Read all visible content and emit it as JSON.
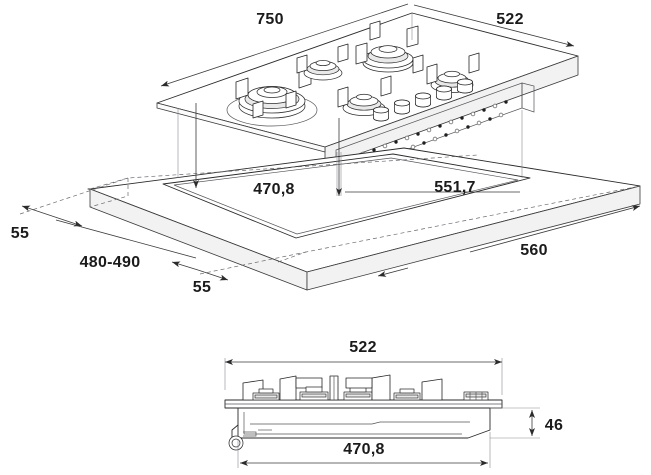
{
  "document": {
    "type": "technical-dimension-drawing",
    "subject": "built-in 5-burner gas hob installation diagram",
    "background_color": "#ffffff",
    "line_color": "#2b2b2b",
    "text_color": "#1b1b1b"
  },
  "views": {
    "top": {
      "name": "exploded isometric view",
      "description": "gas hob shown above countertop cutout"
    },
    "bottom": {
      "name": "front elevation section view",
      "description": "hob profile showing depth below worktop"
    }
  },
  "dimensions": {
    "appliance_width": "750",
    "appliance_depth": "522",
    "cutout_depth": "470,8",
    "cutout_width": "551,7",
    "edge_left": "55",
    "edge_front": "55",
    "worktop_depth_range": "480-490",
    "worktop_width": "560",
    "elevation_width": "522",
    "elevation_cutout": "470,8",
    "body_height": "46"
  },
  "labels": [
    {
      "id": "d-750",
      "text": "750",
      "view": "top",
      "meaning": "overall hob width"
    },
    {
      "id": "d-522-top",
      "text": "522",
      "view": "top",
      "meaning": "overall hob depth"
    },
    {
      "id": "d-470-8",
      "text": "470,8",
      "view": "top",
      "meaning": "cutout depth"
    },
    {
      "id": "d-551-7",
      "text": "551,7",
      "view": "top",
      "meaning": "cutout width"
    },
    {
      "id": "d-55-left",
      "text": "55",
      "view": "top",
      "meaning": "left edge clearance"
    },
    {
      "id": "d-480-490",
      "text": "480-490",
      "view": "top",
      "meaning": "worktop depth range"
    },
    {
      "id": "d-55-front",
      "text": "55",
      "view": "top",
      "meaning": "front edge clearance"
    },
    {
      "id": "d-560",
      "text": "560",
      "view": "top",
      "meaning": "worktop width"
    },
    {
      "id": "d-522-el",
      "text": "522",
      "view": "bottom",
      "meaning": "elevation overall width"
    },
    {
      "id": "d-470-8-el",
      "text": "470,8",
      "view": "bottom",
      "meaning": "elevation cutout width"
    },
    {
      "id": "d-46",
      "text": "46",
      "view": "bottom",
      "meaning": "body height below worktop"
    }
  ],
  "components": {
    "burner_count": 5,
    "knob_count": 5,
    "burners": [
      {
        "name": "wok-burner-front-left",
        "size": "large"
      },
      {
        "name": "burner-rear-left",
        "size": "small"
      },
      {
        "name": "burner-rear-center",
        "size": "medium"
      },
      {
        "name": "burner-front-center",
        "size": "medium"
      },
      {
        "name": "burner-rear-right",
        "size": "medium"
      }
    ]
  }
}
